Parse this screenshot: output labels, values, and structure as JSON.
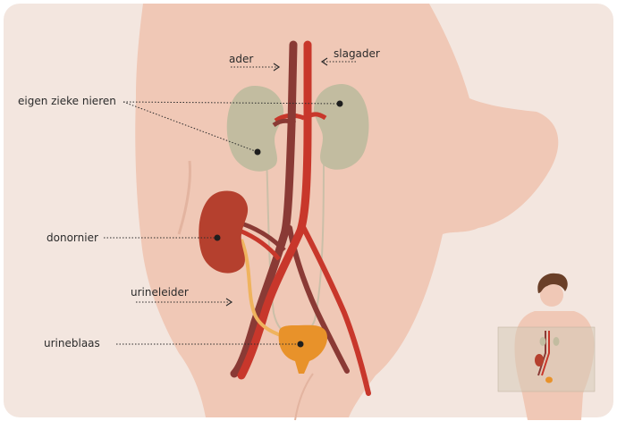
{
  "labels": {
    "vein": "ader",
    "artery": "slagader",
    "own_kidneys": "eigen zieke nieren",
    "donor_kidney": "donornier",
    "ureter": "urineleider",
    "bladder": "urineblaas"
  },
  "colors": {
    "background_panel": "#f3e6df",
    "skin": "#f0c8b6",
    "own_kidney": "#c2bca0",
    "donor_kidney": "#b5402e",
    "artery": "#c8372b",
    "vein": "#8a3a35",
    "bladder": "#e8922a",
    "ureter": "#efb35e",
    "label_text": "#2b2b2b"
  }
}
